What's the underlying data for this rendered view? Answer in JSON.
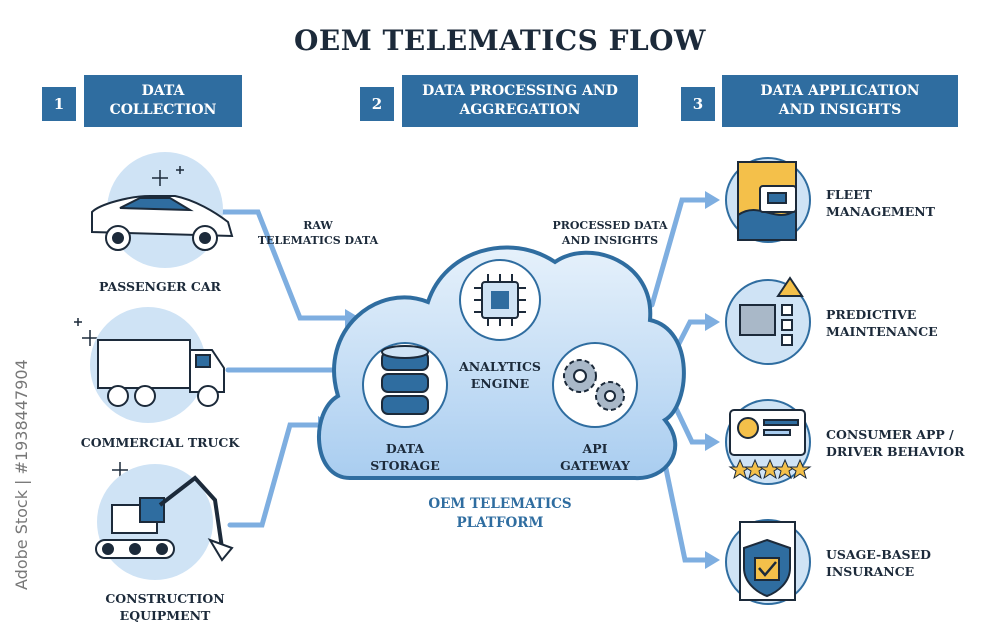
{
  "title": "OEM TELEMATICS FLOW",
  "steps": [
    {
      "num": "1",
      "label": "DATA\nCOLLECTION"
    },
    {
      "num": "2",
      "label": "DATA PROCESSING AND\nAGGREGATION"
    },
    {
      "num": "3",
      "label": "DATA APPLICATION\nAND INSIGHTS"
    }
  ],
  "sources": {
    "car": "PASSENGER CAR",
    "truck": "COMMERCIAL TRUCK",
    "equipment": "CONSTRUCTION\nEQUIPMENT"
  },
  "flow_labels": {
    "raw": "RAW\nTELEMATICS DATA",
    "processed": "PROCESSED DATA\nAND INSIGHTS"
  },
  "platform": {
    "storage": "DATA\nSTORAGE",
    "analytics": "ANALYTICS\nENGINE",
    "gateway": "API\nGATEWAY",
    "name": "OEM TELEMATICS\nPLATFORM"
  },
  "applications": {
    "fleet": "FLEET\nMANAGEMENT",
    "predictive": "PREDICTIVE\nMAINTENANCE",
    "consumer": "CONSUMER APP /\nDRIVER BEHAVIOR",
    "insurance": "USAGE-BASED\nINSURANCE"
  },
  "side_text": "Adobe Stock | #1938447904",
  "colors": {
    "accent": "#2f6da0",
    "light": "#cfe3f5",
    "flow": "#7eaee0"
  }
}
